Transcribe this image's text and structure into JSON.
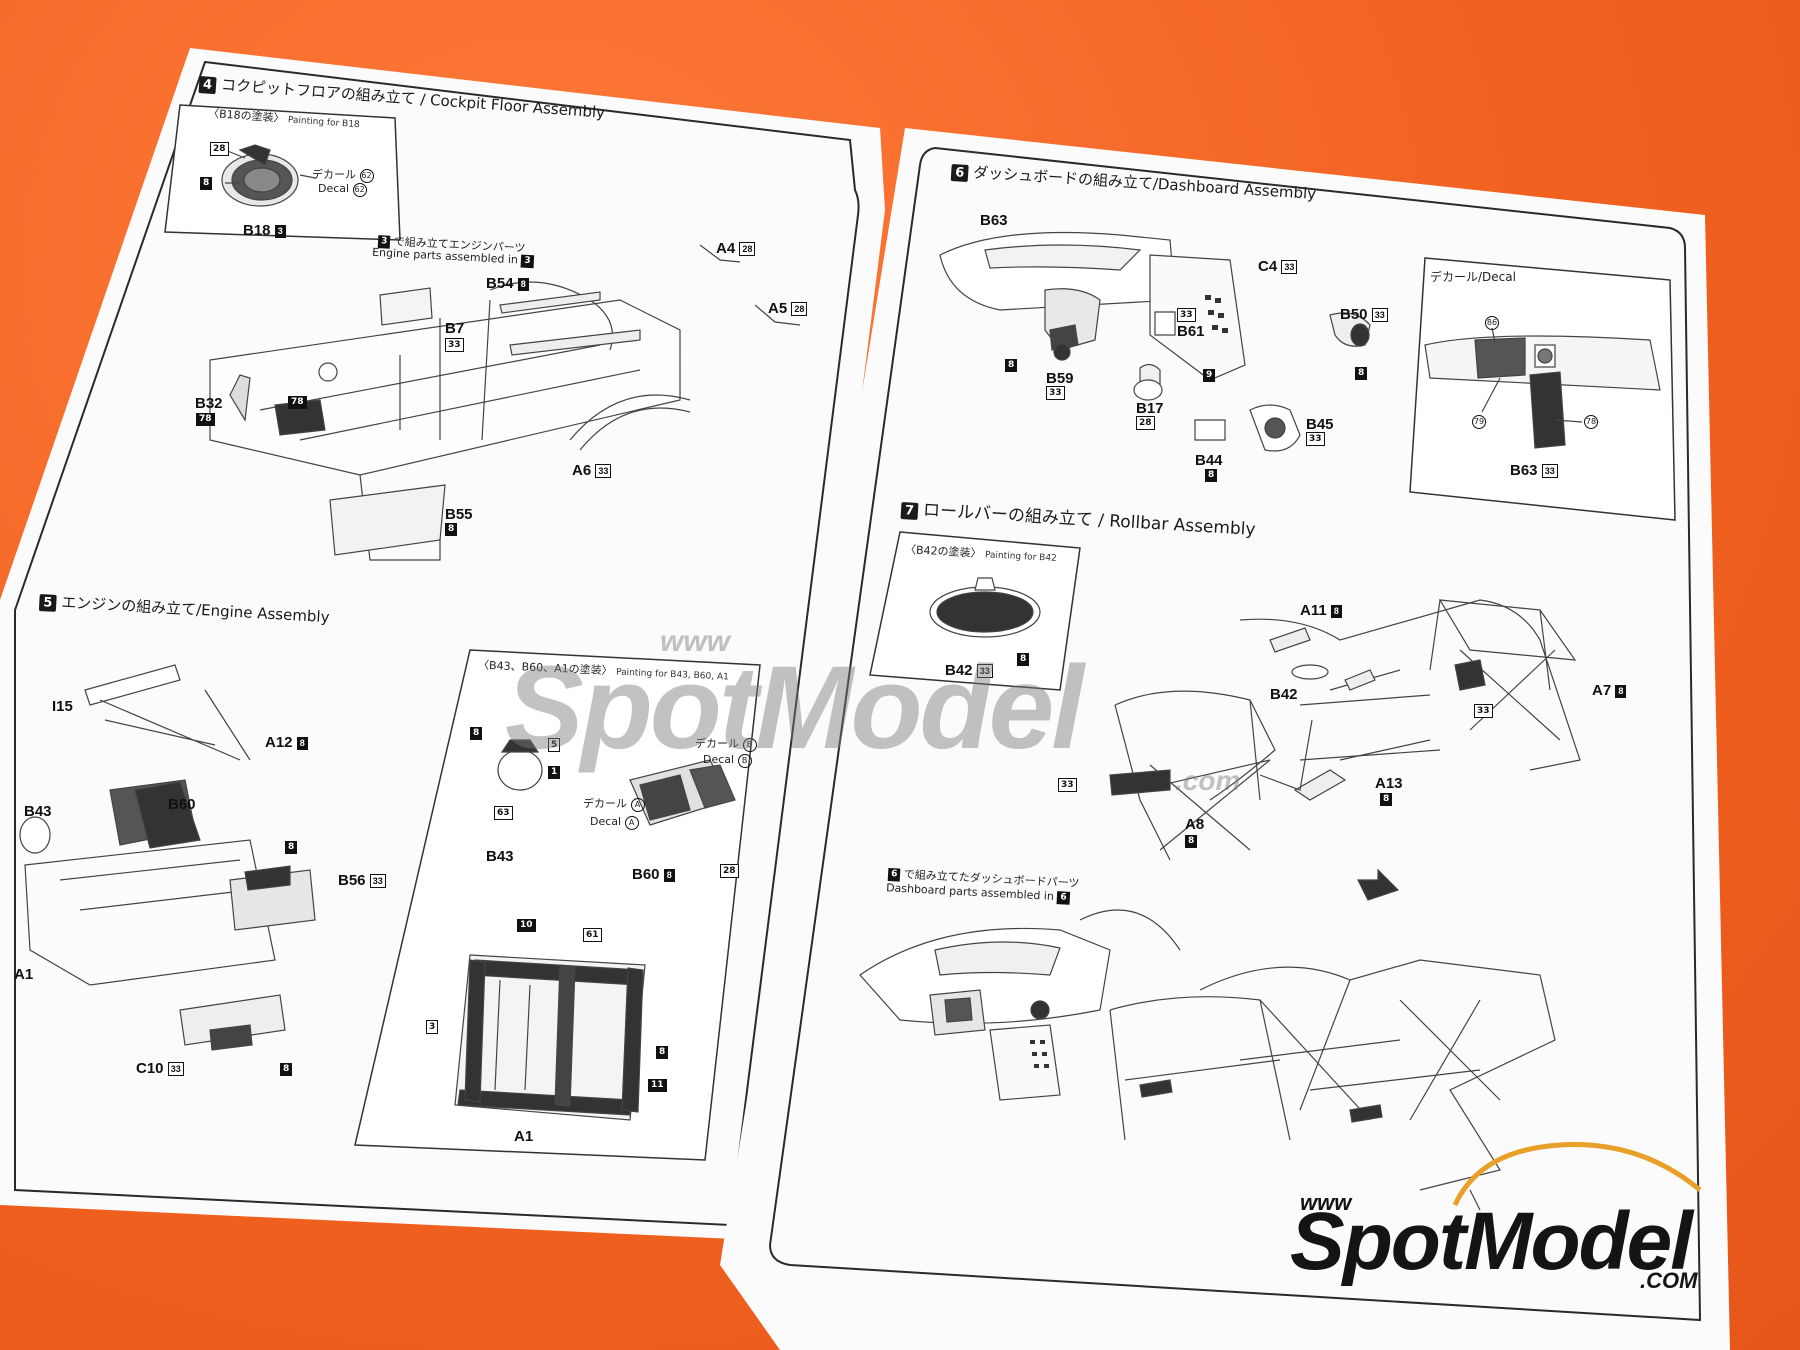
{
  "left_page": {
    "step4": {
      "num": "4",
      "title": "コクピットフロアの組み立て / Cockpit Floor Assembly",
      "painting_jp": "〈B18の塗装〉",
      "painting_en": "Painting for B18",
      "decal_jp": "デカール",
      "decal_en": "Decal",
      "decal_no": "62",
      "b18": "B18",
      "b18_no": "3",
      "c28": "28",
      "c8": "8",
      "note_jp": "で組み立てエンジンパーツ",
      "note_en": "Engine parts assembled in",
      "note_ref": "3",
      "parts": {
        "a4": "A4",
        "a4n": "28",
        "a5": "A5",
        "a5n": "28",
        "b54": "B54",
        "b54n": "8",
        "b7": "B7",
        "b7n": "33",
        "b32": "B32",
        "b32n": "78",
        "c78": "78",
        "a6": "A6",
        "a6n": "33",
        "b55": "B55",
        "b55n": "8"
      }
    },
    "step5": {
      "num": "5",
      "title": "エンジンの組み立て/Engine Assembly",
      "parts": {
        "i15": "I15",
        "a12": "A12",
        "a12n": "8",
        "b60": "B60",
        "b43": "B43",
        "c8": "8",
        "b56": "B56",
        "b56n": "33",
        "a1": "A1",
        "c10": "C10",
        "c10n": "33",
        "c8b": "8"
      },
      "painting_jp": "〈B43、B60、A1の塗装〉",
      "painting_en": "Painting for B43, B60, A1",
      "sub": {
        "n8": "8",
        "n5": "5",
        "n1": "1",
        "n63": "63",
        "decal_b_jp": "デカール",
        "decal_b_en": "Decal",
        "b": "B",
        "decal_a_jp": "デカール",
        "decal_a_en": "Decal",
        "a": "A",
        "b43": "B43",
        "b60": "B60",
        "b60n": "8",
        "n28": "28",
        "n10": "10",
        "n61": "61",
        "n3": "3",
        "n8b": "8",
        "n11": "11",
        "a1": "A1"
      }
    }
  },
  "right_page": {
    "step6": {
      "num": "6",
      "title": "ダッシュボードの組み立て/Dashboard Assembly",
      "parts": {
        "b63": "B63",
        "c4": "C4",
        "c4n": "33",
        "b50": "B50",
        "b50n": "33",
        "n33": "33",
        "b61": "B61",
        "n8a": "8",
        "b59": "B59",
        "b59n": "33",
        "n9": "9",
        "n8b": "8",
        "b17": "B17",
        "b17n": "28",
        "b45": "B45",
        "b45n": "33",
        "b44": "B44",
        "b44n": "8"
      },
      "decal_title": "デカール/Decal",
      "decal": {
        "c86": "86",
        "c79": "79",
        "c78": "78",
        "b63": "B63",
        "b63n": "33"
      }
    },
    "step7": {
      "num": "7",
      "title": "ロールバーの組み立て / Rollbar Assembly",
      "painting_jp": "〈B42の塗装〉",
      "painting_en": "Painting for B42",
      "b42": "B42",
      "b42n": "33",
      "n8": "8",
      "parts": {
        "a11": "A11",
        "a11n": "8",
        "b42": "B42",
        "n33a": "33",
        "a7": "A7",
        "a7n": "8",
        "n33b": "33",
        "a13": "A13",
        "a13n": "8",
        "a8": "A8",
        "a8n": "8"
      },
      "note_ref": "6",
      "note_jp": "で組み立てたダッシュボードパーツ",
      "note_en": "Dashboard parts assembled in",
      "note_ref2": "6"
    }
  },
  "watermark": {
    "www": "www",
    "brand": "SpotModel",
    "com": ".com"
  },
  "logo": {
    "www": "www",
    "brand": "SpotModel",
    "com": ".COM"
  }
}
